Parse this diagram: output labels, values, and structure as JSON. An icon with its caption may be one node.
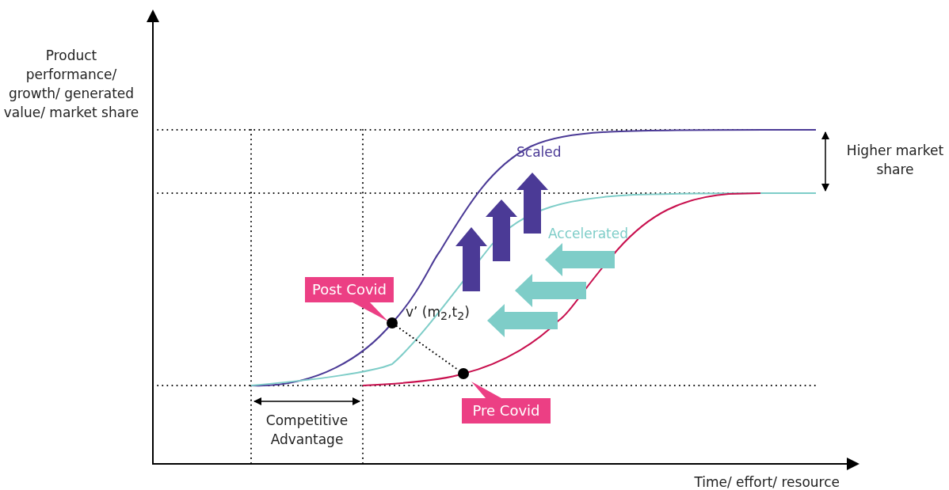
{
  "diagram": {
    "nodes": [
      {
        "text": [
          "Post Covid"
        ]
      },
      {
        "text": [],
        "shape": "circle"
      },
      {
        "text": [],
        "shape": "circle"
      },
      {
        "text": [
          "Pre Covid"
        ]
      }
    ],
    "edges": [
      {
        "from": 1,
        "to": 2,
        "arrow": "none",
        "style": "dashed"
      }
    ],
    "labels": [
      "Product performance/ growth/ generated value/ market share",
      "Scaled",
      "Higher market share",
      "Accelerated",
      "v’ (m$_{2}$,t$_{2}$)",
      "Competitive Advantage",
      "Time/ effort/ resource"
    ]
  }
}
